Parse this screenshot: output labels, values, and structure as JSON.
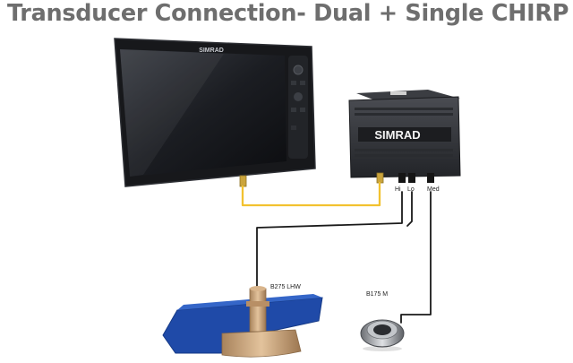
{
  "title": "Transducer Connection- Dual + Single CHIRP",
  "display_unit": {
    "brand": "SIMRAD"
  },
  "sonar_module": {
    "brand": "SIMRAD"
  },
  "ports": {
    "hi": "Hi",
    "lo": "Lo",
    "med": "Med"
  },
  "transducers": {
    "dual": {
      "model": "B275 LHW"
    },
    "single": {
      "model": "B175 M"
    }
  },
  "colors": {
    "title": "#6e6e6e",
    "ethernet_cable": "#f2c230",
    "transducer_cable": "#1a1a1a",
    "hull": "#1f4aa8",
    "bronze": "#c9a27a"
  }
}
